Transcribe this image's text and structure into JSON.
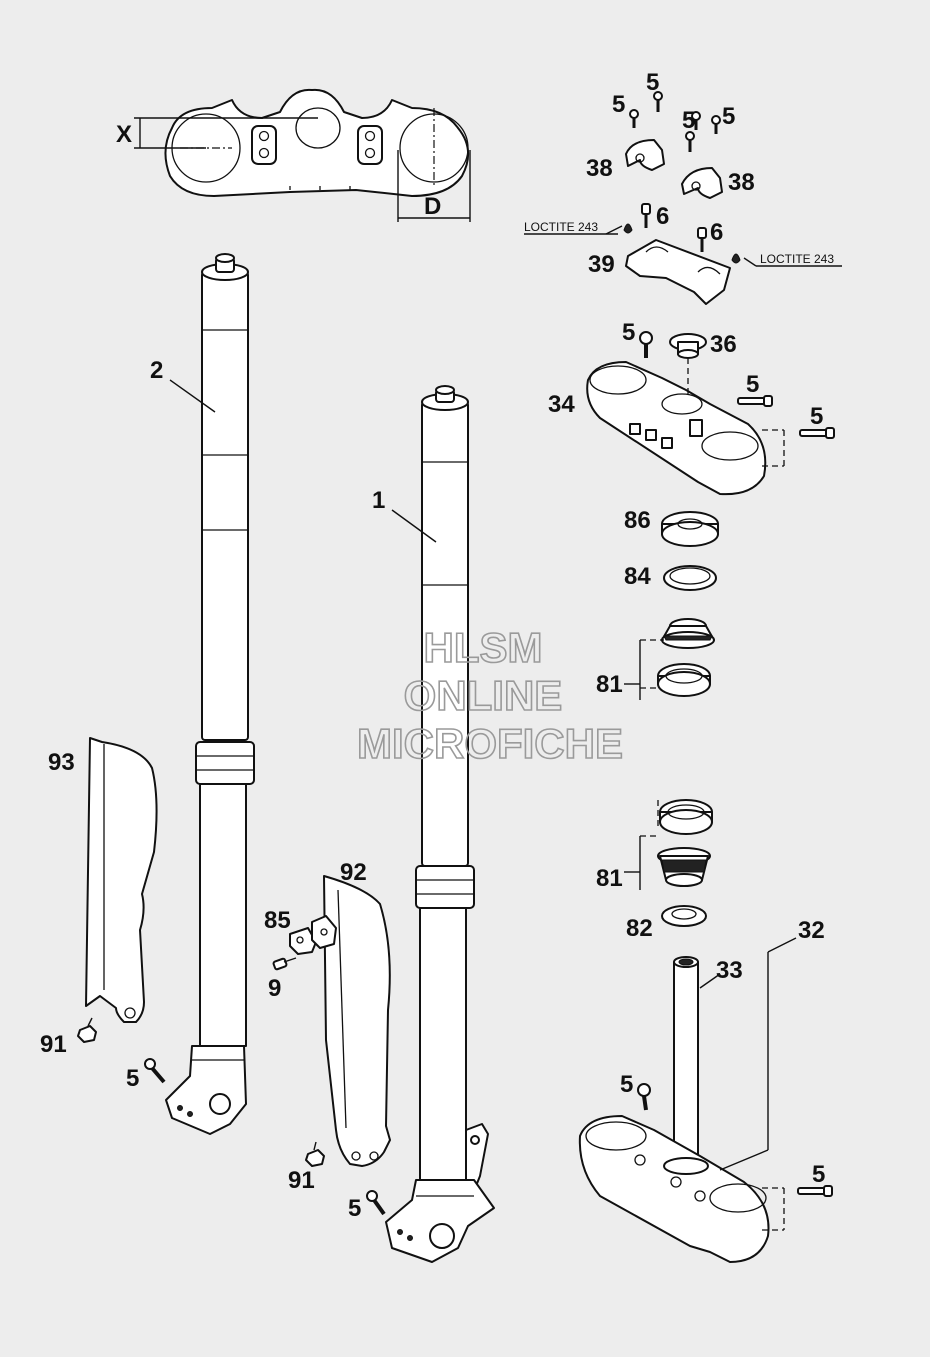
{
  "labels": {
    "dim_x": "X",
    "dim_d": "D",
    "p1": "1",
    "p2": "2",
    "p5_a": "5",
    "p5_b": "5",
    "p5_c": "5",
    "p5_d": "5",
    "p5_e": "5",
    "p5_f": "5",
    "p5_g": "5",
    "p5_h": "5",
    "p5_i": "5",
    "p5_j": "5",
    "p5_k": "5",
    "p6_a": "6",
    "p6_b": "6",
    "p9": "9",
    "p32": "32",
    "p33": "33",
    "p34": "34",
    "p36": "36",
    "p38_a": "38",
    "p38_b": "38",
    "p39": "39",
    "p81_a": "81",
    "p81_b": "81",
    "p82": "82",
    "p84": "84",
    "p85": "85",
    "p86": "86",
    "p91_a": "91",
    "p91_b": "91",
    "p92": "92",
    "p93": "93"
  },
  "notes": {
    "loctite_left": "LOCTITE 243",
    "loctite_right": "LOCTITE 243"
  },
  "watermark": {
    "line1": "HLSM",
    "line2": "ONLINE",
    "line3": "MICROFICHE"
  },
  "colors": {
    "background": "#ededed",
    "line": "#111111",
    "watermark": "#9a9a9a"
  }
}
